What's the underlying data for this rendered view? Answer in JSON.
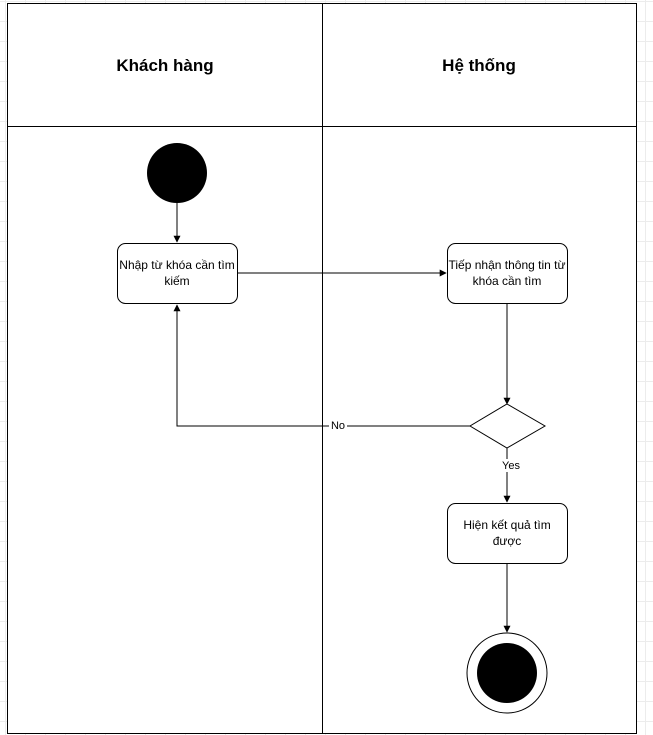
{
  "lanes": [
    {
      "title": "Khách hàng"
    },
    {
      "title": "Hệ thống"
    }
  ],
  "nodes": {
    "input_keyword": {
      "line1": "Nhập từ khóa cần tìm",
      "line2": "kiếm"
    },
    "receive_info": {
      "line1": "Tiếp nhận thông tin từ",
      "line2": "khóa cần tìm"
    },
    "show_results": {
      "line1": "Hiện kết quả tìm",
      "line2": "được"
    }
  },
  "edges": {
    "no_label": "No",
    "yes_label": "Yes"
  },
  "colors": {
    "stroke": "#000000",
    "fill": "#ffffff",
    "node_fill": "#000000",
    "grid": "#ececec"
  }
}
